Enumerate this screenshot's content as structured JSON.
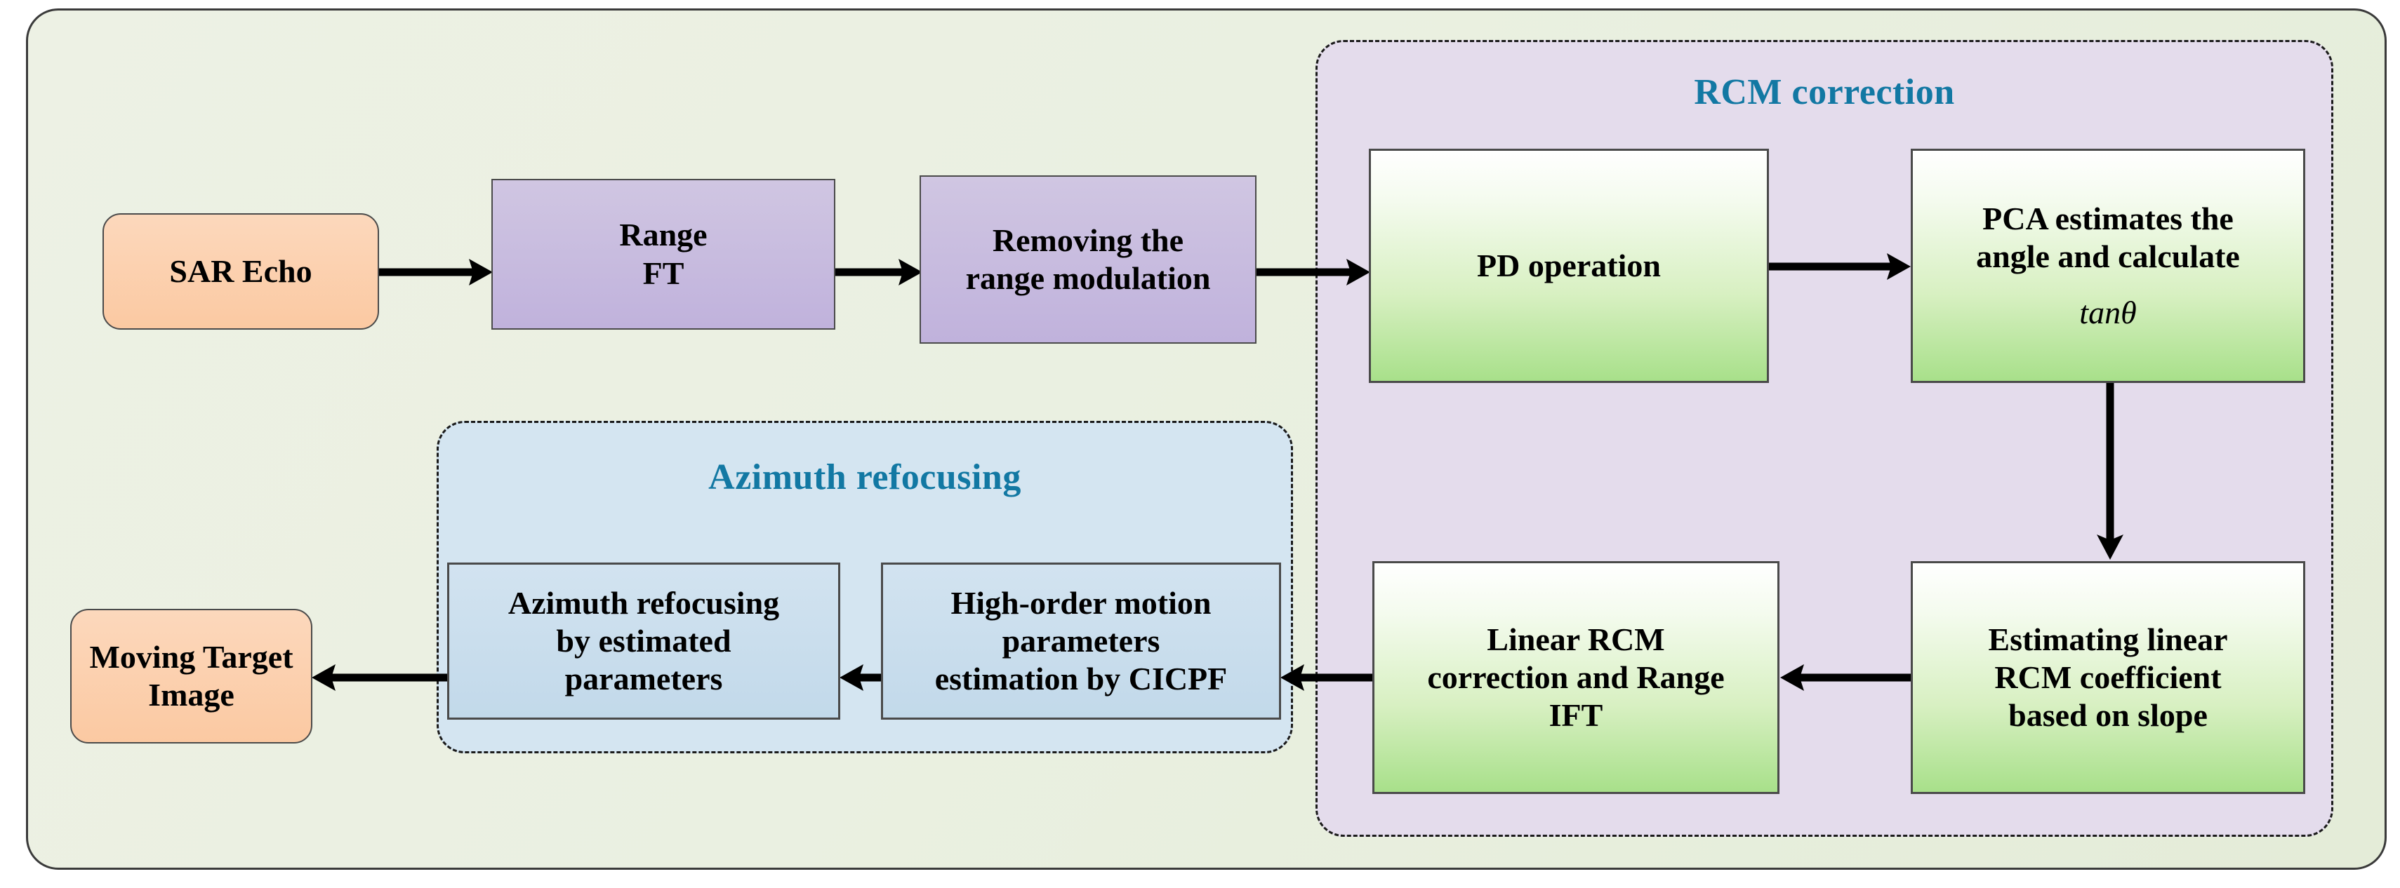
{
  "diagram": {
    "title_not_shown": "",
    "groups": [
      {
        "id": "rcm",
        "label": "RCM correction"
      },
      {
        "id": "azimuth",
        "label": "Azimuth refocusing"
      }
    ],
    "group_title_color": "#1278a3",
    "nodes": {
      "sar_echo": "SAR Echo",
      "range_ft_line1": "Range",
      "range_ft_line2": "FT",
      "removing_line1": "Removing the",
      "removing_line2": "range modulation",
      "pd_operation": "PD operation",
      "pca_line1": "PCA estimates the",
      "pca_line2": "angle and calculate",
      "pca_line3": "tanθ",
      "estimating_line1": "Estimating linear",
      "estimating_line2": "RCM coefficient",
      "estimating_line3": "based on slope",
      "linear_rcm_line1": "Linear RCM",
      "linear_rcm_line2": "correction and Range",
      "linear_rcm_line3": "IFT",
      "cicpf_line1": "High-order motion",
      "cicpf_line2": "parameters",
      "cicpf_line3": "estimation by CICPF",
      "az_refocus_line1": "Azimuth refocusing",
      "az_refocus_line2": "by estimated",
      "az_refocus_line3": "parameters",
      "moving_target_line1": "Moving Target",
      "moving_target_line2": "Image"
    },
    "colors": {
      "background": "#eaf0e1",
      "terminal_fill": "#fbc9a2",
      "purple_fill": "#c6b9de",
      "green_fill": "#a8e08a",
      "blue_fill": "#c8dded",
      "rcm_panel_fill": "#e4dcec",
      "azimuth_panel_fill": "#d4e5f1",
      "arrow": "#000000",
      "border": "#4a4a4a"
    },
    "flow_edges": [
      {
        "from": "sar_echo",
        "to": "range_ft",
        "direction": "right"
      },
      {
        "from": "range_ft",
        "to": "removing",
        "direction": "right"
      },
      {
        "from": "removing",
        "to": "pd_operation",
        "direction": "right"
      },
      {
        "from": "pd_operation",
        "to": "pca",
        "direction": "right"
      },
      {
        "from": "pca",
        "to": "estimating",
        "direction": "down"
      },
      {
        "from": "estimating",
        "to": "linear_rcm",
        "direction": "left"
      },
      {
        "from": "linear_rcm",
        "to": "cicpf",
        "direction": "left"
      },
      {
        "from": "cicpf",
        "to": "az_refocus",
        "direction": "left"
      },
      {
        "from": "az_refocus",
        "to": "moving_target",
        "direction": "left"
      }
    ]
  }
}
